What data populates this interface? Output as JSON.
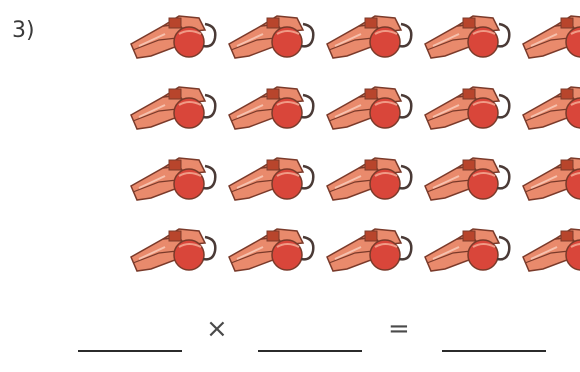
{
  "problem_number": "3)",
  "grid": {
    "rows": 4,
    "visible_columns": 5,
    "item_icon": "whistle-icon"
  },
  "equation": {
    "times_symbol": "×",
    "equals_symbol": "="
  },
  "colors": {
    "whistle_body": "#e98a6c",
    "whistle_dark": "#b8452c",
    "whistle_ball": "#d9463a",
    "outline": "#7a3a2a"
  }
}
